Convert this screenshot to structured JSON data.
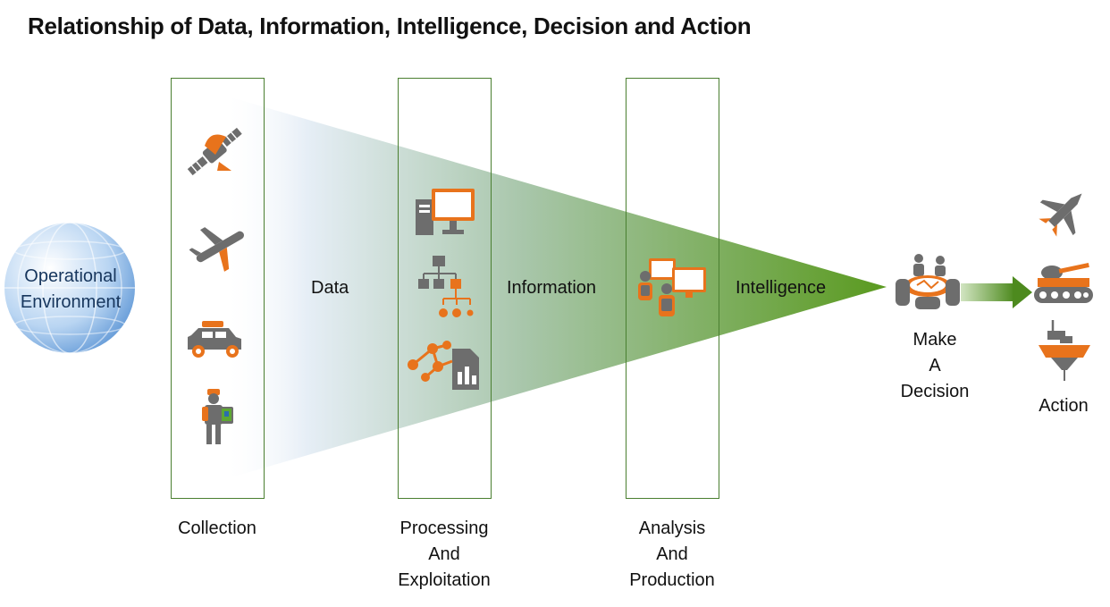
{
  "title": "Relationship of Data, Information, Intelligence, Decision and Action",
  "source": {
    "label_line1": "Operational",
    "label_line2": "Environment",
    "icon": "globe-icon"
  },
  "stages": [
    {
      "id": "collection",
      "label_lines": [
        "Collection"
      ],
      "icons": [
        "satellite-icon",
        "aircraft-icon",
        "vehicle-icon",
        "soldier-tablet-icon"
      ]
    },
    {
      "id": "processing",
      "label_lines": [
        "Processing",
        "And",
        "Exploitation"
      ],
      "icons": [
        "computer-icon",
        "hierarchy-icon",
        "network-document-icon"
      ]
    },
    {
      "id": "analysis",
      "label_lines": [
        "Analysis",
        "And",
        "Production"
      ],
      "icons": [
        "analysts-workstation-icon"
      ]
    }
  ],
  "flow_labels": {
    "data": "Data",
    "information": "Information",
    "intelligence": "Intelligence"
  },
  "decision": {
    "label_lines": [
      "Make",
      "A",
      "Decision"
    ],
    "icon": "meeting-table-icon"
  },
  "action": {
    "label": "Action",
    "icons": [
      "fighter-jet-icon",
      "tank-icon",
      "warship-icon"
    ]
  },
  "colors": {
    "frame": "#4a7f30",
    "funnel_end": "#5a9a1f",
    "accent": "#e8731c",
    "icon_gray": "#6d6d6d"
  }
}
